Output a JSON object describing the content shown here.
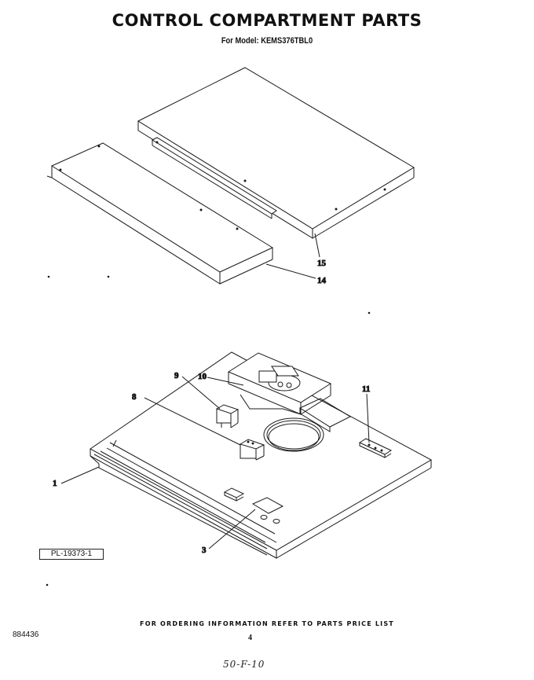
{
  "header": {
    "title": "CONTROL COMPARTMENT PARTS",
    "model_line": "For Model: KEMS376TBL0"
  },
  "callouts": [
    {
      "id": "c15",
      "label": "15"
    },
    {
      "id": "c14",
      "label": "14"
    },
    {
      "id": "c9",
      "label": "9"
    },
    {
      "id": "c10",
      "label": "10"
    },
    {
      "id": "c11",
      "label": "11"
    },
    {
      "id": "c8",
      "label": "8"
    },
    {
      "id": "c1",
      "label": "1"
    },
    {
      "id": "c3",
      "label": "3"
    }
  ],
  "parts_list_ref": "PL-19373-1",
  "footer": {
    "ordering_note": "FOR ORDERING INFORMATION REFER TO PARTS PRICE LIST",
    "doc_number": "884436",
    "page_number": "4",
    "handwritten_note": "50-F-10"
  }
}
